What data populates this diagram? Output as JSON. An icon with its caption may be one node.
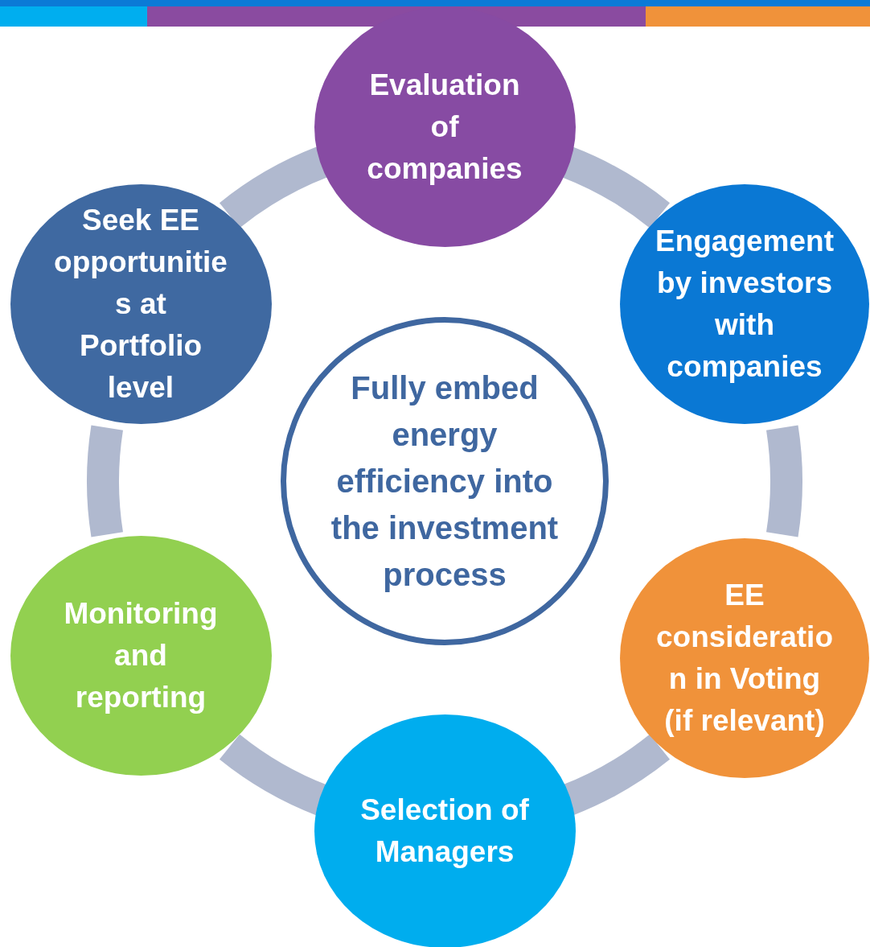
{
  "diagram": {
    "nodes": [
      {
        "text": [
          "Evaluation of companies"
        ]
      },
      {
        "text": [
          "Engagement by investors with companies"
        ]
      },
      {
        "text": [
          "EE consideration in Voting (if relevant)"
        ]
      },
      {
        "text": [
          "Selection of Managers"
        ]
      },
      {
        "text": [
          "Monitoring and reporting"
        ]
      },
      {
        "text": [
          "Seek EE opportunities at Portfolio level"
        ]
      },
      {
        "text": [
          "Fully embed energy efficiency into the investment process"
        ]
      }
    ],
    "edges": [
      {
        "from": 0,
        "to": 1,
        "arrow": "none"
      },
      {
        "from": 1,
        "to": 2,
        "arrow": "none"
      },
      {
        "from": 2,
        "to": 3,
        "arrow": "none"
      },
      {
        "from": 3,
        "to": 4,
        "arrow": "none"
      },
      {
        "from": 4,
        "to": 5,
        "arrow": "none"
      },
      {
        "from": 5,
        "to": 0,
        "arrow": "none"
      }
    ]
  }
}
